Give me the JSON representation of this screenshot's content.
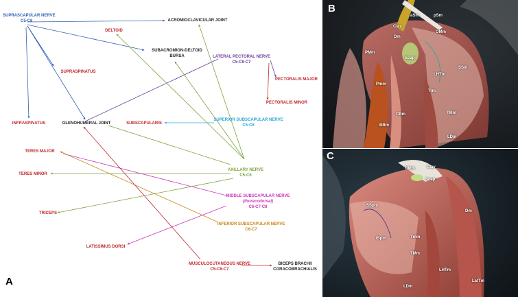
{
  "colors": {
    "blue": "#2f5fb3",
    "red": "#c0262d",
    "purple": "#6b3fa0",
    "green": "#7aa33a",
    "cyan": "#2aa6d8",
    "magenta": "#c837b9",
    "orange": "#c8871a",
    "dark": "#222222"
  },
  "panelA": {
    "letter": "A",
    "nodes": {
      "ssn1": "SUPRASCAPULAR NERVE",
      "ssn2": "C5-C6",
      "acj": "ACROMIOCLAVICULAR JOINT",
      "deltoid": "DELTOID",
      "sab1": "SUBACROMION-DELTOID",
      "sab2": "BURSA",
      "lpn1": "LATERAL PECTORAL NERVE",
      "lpn2": "C5-C6-C7",
      "supraspinatus": "SUPRASPINATUS",
      "pmaj": "PECTORALIS MAJOR",
      "pmin": "PECTORALIS MINOR",
      "infraspinatus": "INFRASPINATUS",
      "ghj": "GLENOHUMERAL JOINT",
      "subscap": "SUBSCAPULARIS",
      "ssub1": "SUPERIOR SUBSCAPULAR NERVE",
      "ssub2": "C5-C6",
      "tmaj": "TERES MAJOR",
      "tmin": "TERES MINOR",
      "ax1": "AXILLARY NERVE",
      "ax2": "C5-C6",
      "msub1": "MIDDLE SUBSCAPULAR NERVE",
      "msub2": "(thoracodorsal)",
      "msub3": "C6-C7-C8",
      "triceps": "TRICEPS",
      "isub1": "INFERIOR SUBSCAPULAR NERVE",
      "isub2": "C6-C7",
      "ld": "LATISSIMUS DORSI",
      "mcn1": "MUSCULOCUTANEOUS NERVE",
      "mcn2": "C5-C6-C7",
      "bb1": "BICEPS BRACHII",
      "bb2": "CORACOBRACHIALIS"
    }
  },
  "panelB": {
    "letter": "B",
    "labels": {
      "aSm": "aSm",
      "pSm": "pSm",
      "Clav": "Clav",
      "OMm": "OMm",
      "Dm": "Dm",
      "PMm": "PMm",
      "Scap": "Scap",
      "LHTm": "LHTm",
      "SSm": "SSm",
      "Pmm": "Pmm",
      "Trm": "Trm",
      "CBm": "CBm",
      "TMm": "TMm",
      "BBm": "BBm",
      "LDm": "LDm"
    }
  },
  "panelC": {
    "letter": "C",
    "labels": {
      "OMm": "OMm",
      "Clav": "Clav",
      "Scap": "Scap",
      "SSpm": "SSpm",
      "Dm": "Dm",
      "ISpm": "ISpm",
      "Tmm": "Tmm",
      "TMm": "TMm",
      "LHTm": "LHTm",
      "LDm": "LDm",
      "LatTm": "LatTm"
    }
  }
}
